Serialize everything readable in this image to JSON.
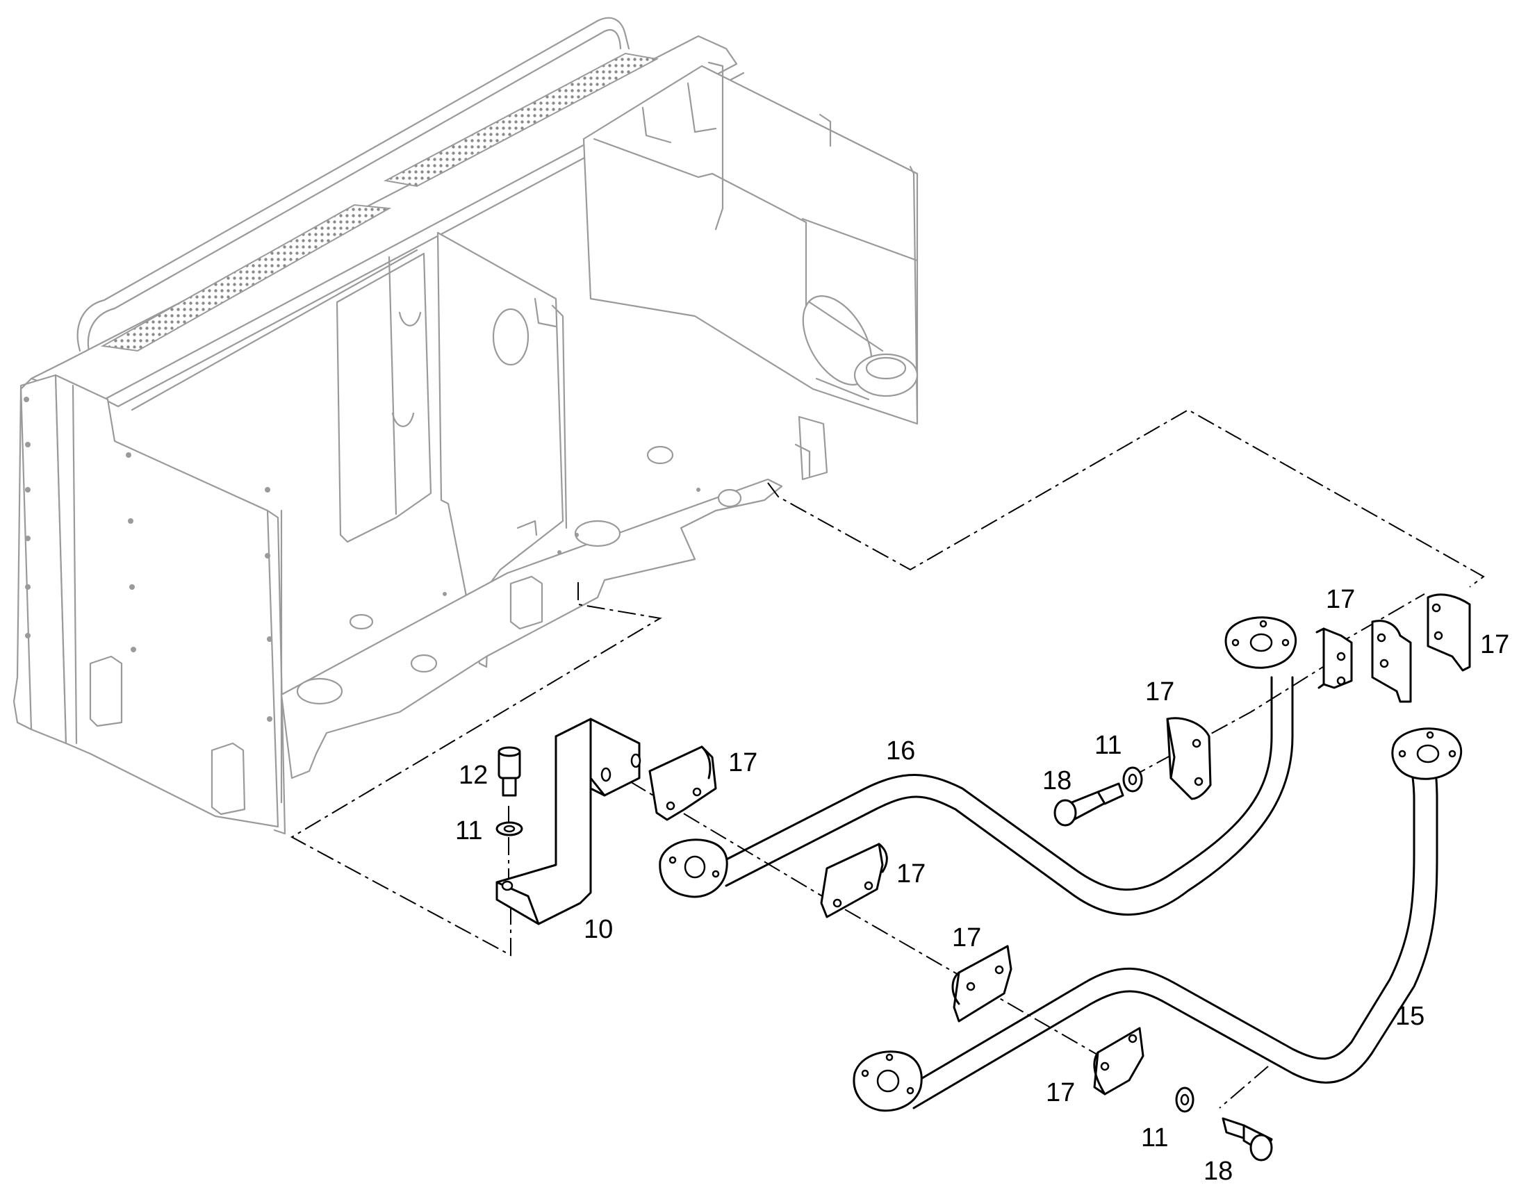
{
  "diagram": {
    "type": "exploded parts diagram",
    "callouts": [
      {
        "id": "callout-12",
        "text": "12"
      },
      {
        "id": "callout-11-bracket",
        "text": "11"
      },
      {
        "id": "callout-10",
        "text": "10"
      },
      {
        "id": "callout-17-a",
        "text": "17"
      },
      {
        "id": "callout-16",
        "text": "16"
      },
      {
        "id": "callout-17-b",
        "text": "17"
      },
      {
        "id": "callout-17-c",
        "text": "17"
      },
      {
        "id": "callout-11-upper",
        "text": "11"
      },
      {
        "id": "callout-18-upper",
        "text": "18"
      },
      {
        "id": "callout-17-d",
        "text": "17"
      },
      {
        "id": "callout-17-e",
        "text": "17"
      },
      {
        "id": "callout-17-f",
        "text": "17"
      },
      {
        "id": "callout-15",
        "text": "15"
      },
      {
        "id": "callout-17-g",
        "text": "17"
      },
      {
        "id": "callout-11-lower",
        "text": "11"
      },
      {
        "id": "callout-18-lower",
        "text": "18"
      }
    ]
  }
}
